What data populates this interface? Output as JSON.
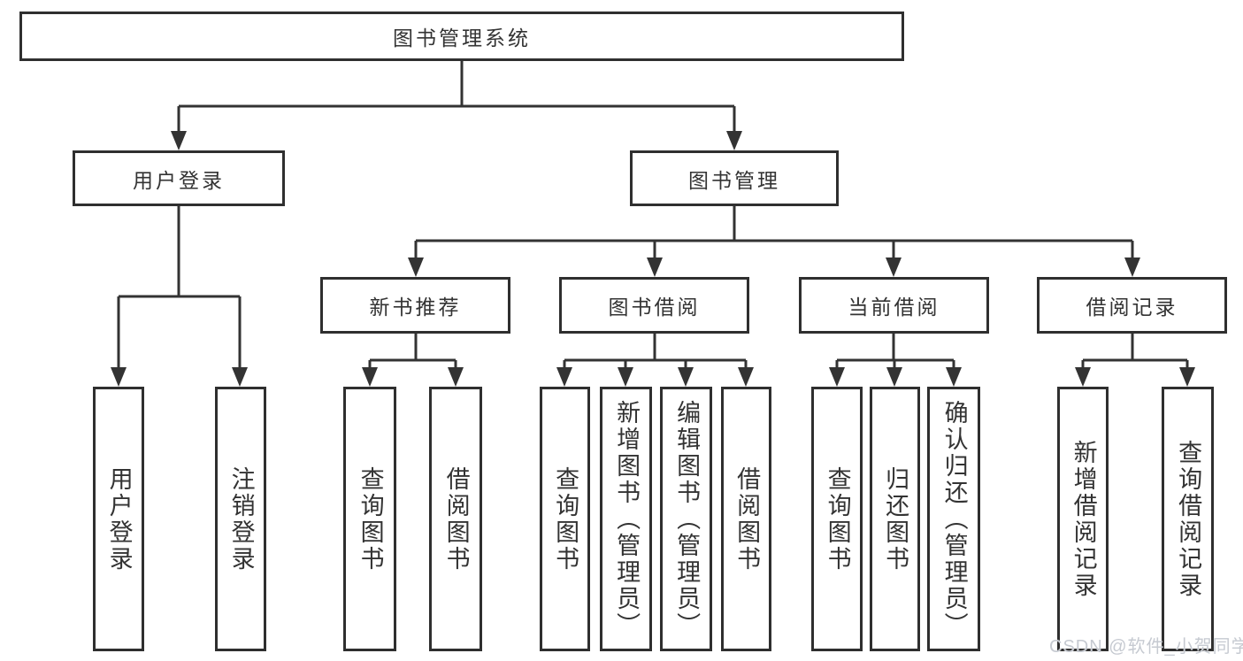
{
  "diagram": {
    "title": "图书管理系统",
    "branches": [
      {
        "label": "用户登录",
        "children": [
          {
            "label": "用户登录"
          },
          {
            "label": "注销登录"
          }
        ]
      },
      {
        "label": "图书管理",
        "children": [
          {
            "label": "新书推荐",
            "children": [
              {
                "label": "查询图书"
              },
              {
                "label": "借阅图书"
              }
            ]
          },
          {
            "label": "图书借阅",
            "children": [
              {
                "label": "查询图书"
              },
              {
                "label": "新增图书（管理员）"
              },
              {
                "label": "编辑图书（管理员）"
              },
              {
                "label": "借阅图书"
              }
            ]
          },
          {
            "label": "当前借阅",
            "children": [
              {
                "label": "查询图书"
              },
              {
                "label": "归还图书"
              },
              {
                "label": "确认归还（管理员）"
              }
            ]
          },
          {
            "label": "借阅记录",
            "children": [
              {
                "label": "新增借阅记录"
              },
              {
                "label": "查询借阅记录"
              }
            ]
          }
        ]
      }
    ]
  },
  "watermark": {
    "text": "CSDN @软件_小贺同学"
  },
  "colors": {
    "line": "#333333",
    "box_border": "#2f2f2f",
    "text": "#333333",
    "watermark": "#c6cad1",
    "background": "#ffffff"
  }
}
